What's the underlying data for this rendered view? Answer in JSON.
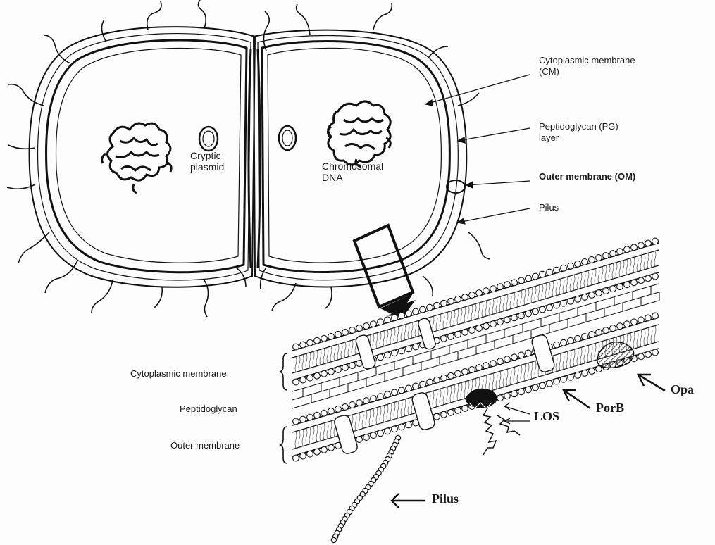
{
  "diagram": {
    "top_labels": {
      "cytoplasmic_membrane_line1": "Cytoplasmic membrane",
      "cytoplasmic_membrane_line2": "(CM)",
      "peptidoglycan_line1": "Peptidoglycan (PG)",
      "peptidoglycan_line2": "layer",
      "outer_membrane": "Outer membrane (OM)",
      "pilus": "Pilus",
      "cryptic_line1": "Cryptic",
      "cryptic_line2": "plasmid",
      "chromosomal_line1": "Chromosomal",
      "chromosomal_line2": "DNA"
    },
    "detail_labels": {
      "cytoplasmic_membrane": "Cytoplasmic membrane",
      "peptidoglycan": "Peptidoglycan",
      "outer_membrane": "Outer membrane",
      "opa": "Opa",
      "porb": "PorB",
      "los": "LOS",
      "pilus": "Pilus"
    }
  }
}
